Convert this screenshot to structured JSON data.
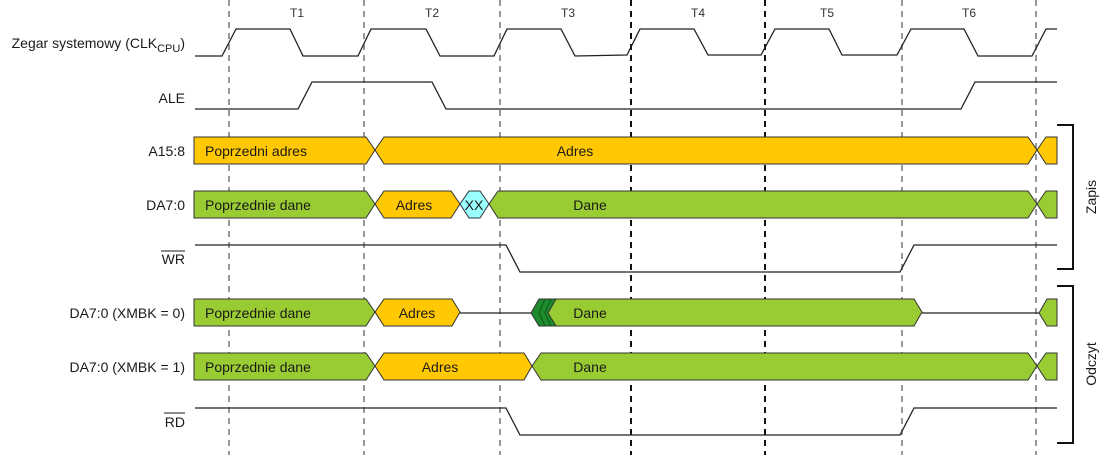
{
  "diagram": {
    "periods": [
      "T1",
      "T2",
      "T3",
      "T4",
      "T5",
      "T6"
    ],
    "signals": [
      {
        "id": "clk",
        "label": "Zegar systemowy (CLK",
        "label_sub": "CPU",
        "label_suffix": ")",
        "type": "clock"
      },
      {
        "id": "ale",
        "label": "ALE",
        "type": "digital"
      },
      {
        "id": "a15_8",
        "label": "A15:8",
        "type": "bus",
        "segments": [
          {
            "text": "Poprzedni adres",
            "color": "#FFC800"
          },
          {
            "text": "Adres",
            "color": "#FFC800"
          },
          {
            "text": "",
            "color": "#FFC800"
          }
        ]
      },
      {
        "id": "da_write",
        "label": "DA7:0",
        "type": "bus",
        "segments": [
          {
            "text": "Poprzednie dane",
            "color": "#99CC33"
          },
          {
            "text": "Adres",
            "color": "#FFC800"
          },
          {
            "text": "XX",
            "color": "#99FFFF"
          },
          {
            "text": "Dane",
            "color": "#99CC33"
          },
          {
            "text": "",
            "color": "#99CC33"
          }
        ]
      },
      {
        "id": "wr",
        "label": "WR",
        "overline": true,
        "type": "digital"
      },
      {
        "id": "da_read0",
        "label": "DA7:0 (XMBK = 0)",
        "type": "bus",
        "segments": [
          {
            "text": "Poprzednie dane",
            "color": "#99CC33"
          },
          {
            "text": "Adres",
            "color": "#FFC800"
          },
          {
            "text": "Dane",
            "color": "#99CC33"
          },
          {
            "text": "",
            "color": "#99CC33"
          }
        ]
      },
      {
        "id": "da_read1",
        "label": "DA7:0 (XMBK = 1)",
        "type": "bus",
        "segments": [
          {
            "text": "Poprzednie dane",
            "color": "#99CC33"
          },
          {
            "text": "Adres",
            "color": "#FFC800"
          },
          {
            "text": "Dane",
            "color": "#99CC33"
          },
          {
            "text": "",
            "color": "#99CC33"
          }
        ]
      },
      {
        "id": "rd",
        "label": "RD",
        "overline": true,
        "type": "digital"
      }
    ],
    "groups": [
      {
        "label": "Zapis"
      },
      {
        "label": "Odczyt"
      }
    ],
    "colors": {
      "address": "#FFC800",
      "data": "#99CC33",
      "dont_care": "#99FFFF",
      "data_transition": "#1E8C2E",
      "line": "#222222",
      "dash_light": "#777777",
      "dash_dark": "#111111"
    }
  }
}
